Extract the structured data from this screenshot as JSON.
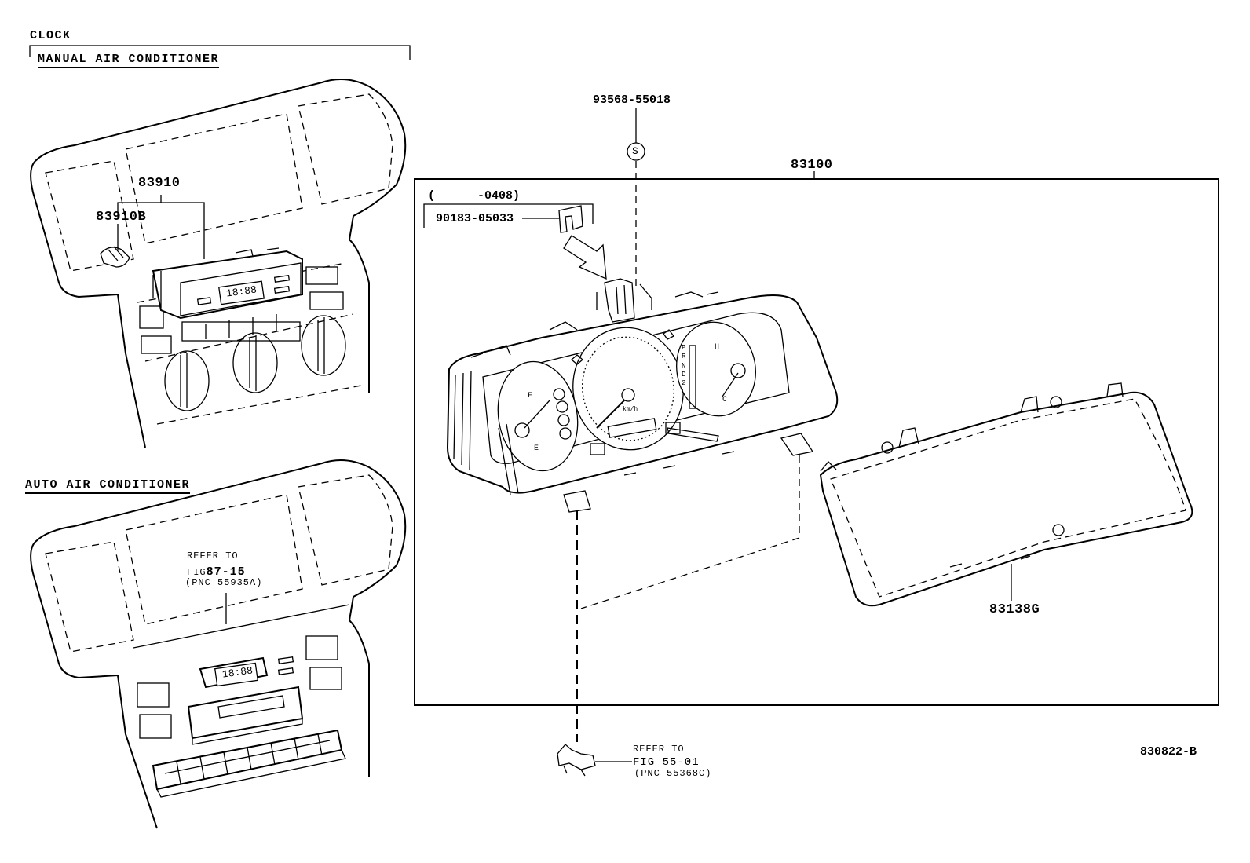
{
  "headers": {
    "clock": "CLOCK",
    "manual_ac": "MANUAL AIR CONDITIONER",
    "auto_ac": "AUTO AIR CONDITIONER"
  },
  "parts": {
    "p83910": "83910",
    "p83910B": "83910B",
    "p93568": "93568-55018",
    "p83100": "83100",
    "date_range": "(      -0408)",
    "p90183": "90183-05033",
    "p83138G": "83138G",
    "drawing_no": "830822-B"
  },
  "clock_display": "18:88",
  "screw_symbol": "S",
  "refs": {
    "auto_refer_to": "REFER TO",
    "auto_fig": "FIG",
    "auto_fig_no": "87-15",
    "auto_pnc": "(PNC 55935A)",
    "bottom_refer_to": "REFER TO",
    "bottom_fig": "FIG 55-01",
    "bottom_pnc": "(PNC 55368C)"
  },
  "gauge_letters": {
    "fuel_f": "F",
    "fuel_e": "E",
    "temp_h": "H",
    "temp_c": "C",
    "speed_unit": "km/h",
    "gear": [
      "P",
      "R",
      "N",
      "D",
      "2",
      "L"
    ]
  }
}
